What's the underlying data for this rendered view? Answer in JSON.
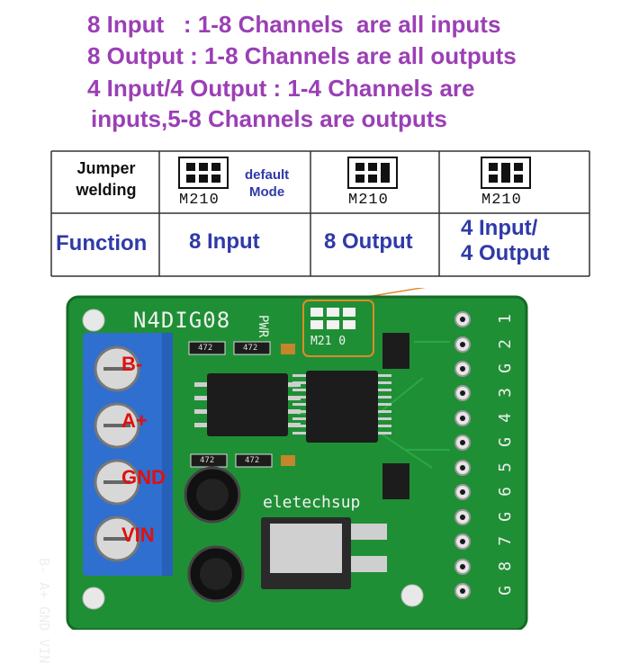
{
  "header": {
    "line1": "8 Input   : 1-8 Channels  are all inputs",
    "line2": "8 Output : 1-8 Channels are all outputs",
    "line3": "4 Input/4 Output : 1-4 Channels are",
    "line4": "inputs,5-8 Channels are outputs",
    "color": "#9b3fb5"
  },
  "table": {
    "row1_label": "Jumper\nwelding",
    "row1_label_a": "Jumper",
    "row1_label_b": "welding",
    "jumper_label": "M210",
    "default_a": "default",
    "default_b": "Mode",
    "row2_label": "Function",
    "fn1": "8 Input",
    "fn2": "8 Output",
    "fn3_a": "4 Input/",
    "fn3_b": "4 Output",
    "text_color": "#2f3aa8"
  },
  "board": {
    "model": "N4DIG08",
    "brand": "eletechsup",
    "pwr": "PWR",
    "jumper_label": "M21 0",
    "terminals": [
      "B-",
      "A+",
      "GND",
      "VIN"
    ],
    "side_label": "B- A+ GND VIN",
    "pins": [
      "1",
      "2",
      "G",
      "3",
      "4",
      "G",
      "5",
      "6",
      "G",
      "7",
      "8",
      "G"
    ],
    "chip_resistor": "472",
    "board_color": "#1f8f35",
    "terminal_color": "#2f6fd0",
    "label_color": "#e01010"
  }
}
